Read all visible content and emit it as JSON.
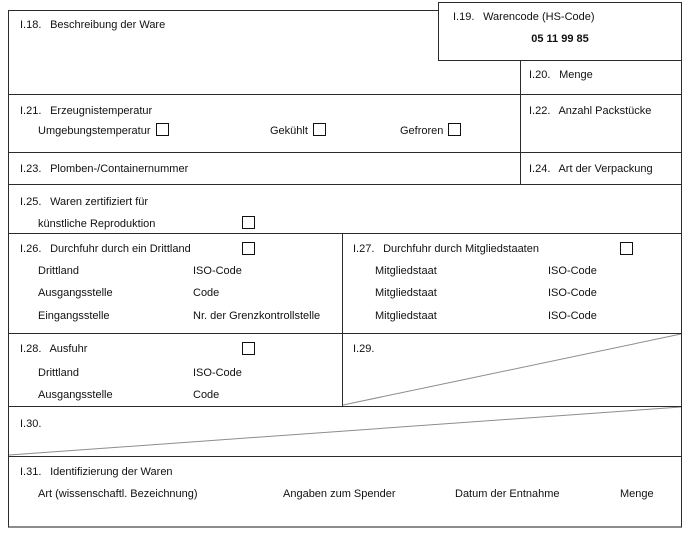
{
  "form": {
    "i18": {
      "num": "I.18.",
      "label": "Beschreibung der Ware"
    },
    "i19": {
      "num": "I.19.",
      "label": "Warencode (HS-Code)",
      "value": "05 11 99 85"
    },
    "i20": {
      "num": "I.20.",
      "label": "Menge"
    },
    "i21": {
      "num": "I.21.",
      "label": "Erzeugnistemperatur",
      "options": [
        {
          "label": "Umgebungstemperatur",
          "checked": false
        },
        {
          "label": "Gekühlt",
          "checked": false
        },
        {
          "label": "Gefroren",
          "checked": false
        }
      ]
    },
    "i22": {
      "num": "I.22.",
      "label": "Anzahl Packstücke"
    },
    "i23": {
      "num": "I.23.",
      "label": "Plomben-/Containernummer"
    },
    "i24": {
      "num": "I.24.",
      "label": "Art der Verpackung"
    },
    "i25": {
      "num": "I.25.",
      "label": "Waren zertifiziert für",
      "sublabel": "künstliche Reproduktion",
      "checked": false
    },
    "i26": {
      "num": "I.26.",
      "label": "Durchfuhr durch ein Drittland",
      "checked": false,
      "rows": [
        {
          "left": "Drittland",
          "right": "ISO-Code"
        },
        {
          "left": "Ausgangsstelle",
          "right": "Code"
        },
        {
          "left": "Eingangsstelle",
          "right": "Nr. der Grenzkontrollstelle"
        }
      ]
    },
    "i27": {
      "num": "I.27.",
      "label": "Durchfuhr durch Mitgliedstaaten",
      "checked": false,
      "rows": [
        {
          "left": "Mitgliedstaat",
          "right": "ISO-Code"
        },
        {
          "left": "Mitgliedstaat",
          "right": "ISO-Code"
        },
        {
          "left": "Mitgliedstaat",
          "right": "ISO-Code"
        }
      ]
    },
    "i28": {
      "num": "I.28.",
      "label": "Ausfuhr",
      "checked": false,
      "rows": [
        {
          "left": "Drittland",
          "right": "ISO-Code"
        },
        {
          "left": "Ausgangsstelle",
          "right": "Code"
        }
      ]
    },
    "i29": {
      "num": "I.29."
    },
    "i30": {
      "num": "I.30."
    },
    "i31": {
      "num": "I.31.",
      "label": "Identifizierung der Waren",
      "columns": [
        "Art (wissenschaftl. Bezeichnung)",
        "Angaben zum Spender",
        "Datum der Entnahme",
        "Menge"
      ]
    }
  },
  "colors": {
    "border": "#2b2b2b",
    "diagonal": "#8c8c8c",
    "text": "#111111"
  }
}
